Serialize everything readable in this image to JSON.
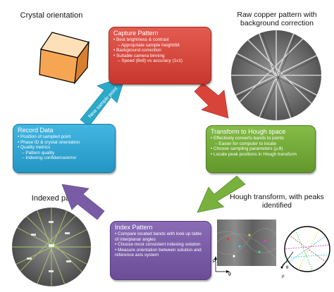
{
  "captions": {
    "crystal": "Crystal orientation",
    "raw": "Raw copper pattern with background correction",
    "indexed": "Indexed pattern",
    "hough": "Hough transform, with peaks identified"
  },
  "arrow_label": "New sample point",
  "boxes": {
    "capture": {
      "title": "Capture Pattern",
      "color": "#d9443a",
      "items": [
        {
          "text": "Best brightness & contrast",
          "sub": false
        },
        {
          "text": "Appropriate sample height/tilt",
          "sub": true
        },
        {
          "text": "Background correction",
          "sub": false
        },
        {
          "text": "Suitable camera binning",
          "sub": false
        },
        {
          "text": "Speed (8x8) vs accuracy (1x1)",
          "sub": true
        }
      ]
    },
    "transform": {
      "title": "Transform to Hough space",
      "color": "#72a935",
      "items": [
        {
          "text": "Effectively converts bands to points",
          "sub": false
        },
        {
          "text": "Easier for computer to locate",
          "sub": true
        },
        {
          "text": "Choose sampling parameters (ρ,θ)",
          "sub": false
        },
        {
          "text": "Locate peak positions in Hough transform",
          "sub": false
        }
      ]
    },
    "index": {
      "title": "Index Pattern",
      "color": "#7a5ca6",
      "items": [
        {
          "text": "Compare located bands with look up table of interplanar angles",
          "sub": false
        },
        {
          "text": "Choose most consistent indexing solution",
          "sub": false
        },
        {
          "text": "Measure orientation between solution and reference axis system",
          "sub": false
        }
      ]
    },
    "record": {
      "title": "Record Data",
      "color": "#31a7d6",
      "items": [
        {
          "text": "Position of sampled point",
          "sub": false
        },
        {
          "text": "Phase ID & crystal orientation",
          "sub": false
        },
        {
          "text": "Quality metrics",
          "sub": false
        },
        {
          "text": "Pattern quality",
          "sub": true
        },
        {
          "text": "Indexing confidence/error",
          "sub": true
        }
      ]
    }
  },
  "hough_axes": {
    "rho": "ρ",
    "theta": "θ"
  },
  "colors": {
    "arrow_red": "#d9443a",
    "arrow_green": "#78b23c",
    "arrow_purple": "#7a5ca6",
    "arrow_teal": "#2aa9c9",
    "cube": "#f6b26b"
  }
}
